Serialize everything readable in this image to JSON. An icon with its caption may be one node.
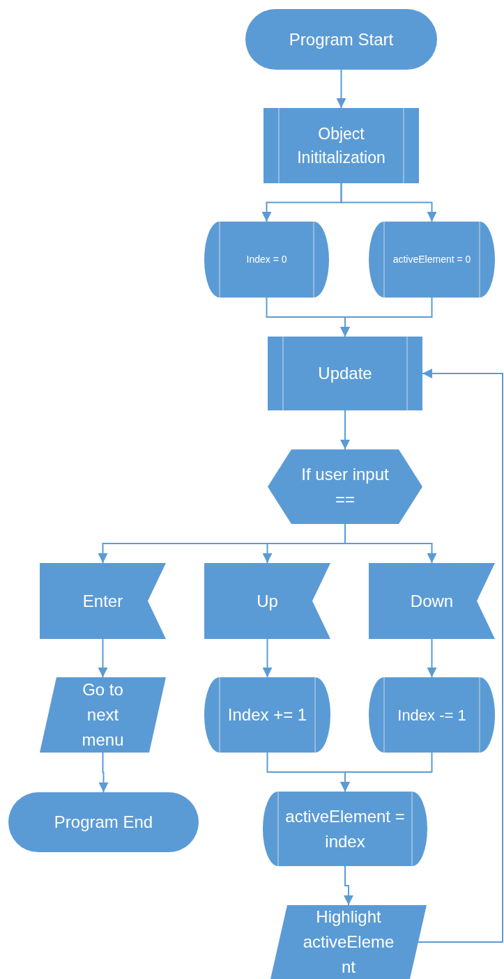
{
  "diagram": {
    "nodes": [
      {
        "text": [
          "Program Start"
        ]
      },
      {
        "text": [
          "Object Inititalization"
        ]
      },
      {
        "text": [
          "Index = 0"
        ]
      },
      {
        "text": [
          "activeElement = 0"
        ]
      },
      {
        "text": [
          "Update"
        ]
      },
      {
        "text": [
          "If user input =="
        ]
      },
      {
        "text": [
          "Enter"
        ]
      },
      {
        "text": [
          "Up"
        ]
      },
      {
        "text": [
          "Down"
        ]
      },
      {
        "text": [
          "Go to next menu"
        ]
      },
      {
        "text": [
          "Index += 1"
        ]
      },
      {
        "text": [
          "Index -= 1"
        ]
      },
      {
        "text": [
          "Program End"
        ]
      },
      {
        "text": [
          "activeElement = index"
        ]
      },
      {
        "text": [
          "Highlight activeElement"
        ]
      }
    ],
    "edges": [
      {
        "from": 0,
        "to": 1,
        "arrow": "to"
      },
      {
        "from": 1,
        "to": 2,
        "arrow": "to"
      },
      {
        "from": 1,
        "to": 3,
        "arrow": "to"
      },
      {
        "from": 2,
        "to": 4,
        "arrow": "to"
      },
      {
        "from": 3,
        "to": 4,
        "arrow": "to"
      },
      {
        "from": 4,
        "to": 5,
        "arrow": "to"
      },
      {
        "from": 5,
        "to": 6,
        "arrow": "to"
      },
      {
        "from": 5,
        "to": 7,
        "arrow": "to"
      },
      {
        "from": 5,
        "to": 8,
        "arrow": "to"
      },
      {
        "from": 6,
        "to": 9,
        "arrow": "to"
      },
      {
        "from": 7,
        "to": 10,
        "arrow": "to"
      },
      {
        "from": 8,
        "to": 11,
        "arrow": "to"
      },
      {
        "from": 9,
        "to": 12,
        "arrow": "to"
      },
      {
        "from": 10,
        "to": 13,
        "arrow": "to"
      },
      {
        "from": 11,
        "to": 13,
        "arrow": "to"
      },
      {
        "from": 13,
        "to": 14,
        "arrow": "to"
      },
      {
        "from": 14,
        "to": 4,
        "arrow": "to"
      }
    ]
  }
}
